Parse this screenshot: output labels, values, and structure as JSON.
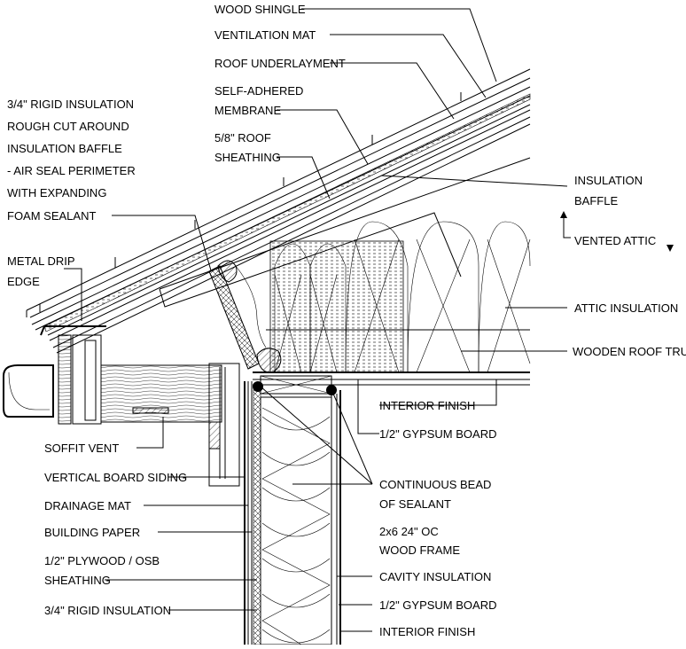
{
  "labels": {
    "wood_shingle": "WOOD SHINGLE",
    "ventilation_mat": "VENTILATION MAT",
    "roof_underlayment": "ROOF UNDERLAYMENT",
    "self_adhered_1": "SELF-ADHERED",
    "self_adhered_2": "MEMBRANE",
    "roof_sheathing_1": "5/8\" ROOF",
    "roof_sheathing_2": "SHEATHING",
    "rigid_top_1": "3/4\" RIGID INSULATION",
    "rigid_top_2": "ROUGH CUT AROUND",
    "rigid_top_3": "INSULATION BAFFLE",
    "rigid_top_4": "- AIR SEAL PERIMETER",
    "rigid_top_5": "WITH EXPANDING",
    "rigid_top_6": "FOAM SEALANT",
    "metal_drip_1": "METAL DRIP",
    "metal_drip_2": "EDGE",
    "insulation_baffle_1": "INSULATION",
    "insulation_baffle_2": "BAFFLE",
    "vented_attic": "VENTED ATTIC",
    "attic_insulation": "ATTIC INSULATION",
    "wooden_roof_truss": "WOODEN ROOF TRUSS",
    "interior_finish_top": "INTERIOR FINISH",
    "gypsum_top": "1/2\" GYPSUM BOARD",
    "soffit_vent": "SOFFIT VENT",
    "vertical_board_siding": "VERTICAL BOARD SIDING",
    "drainage_mat": "DRAINAGE MAT",
    "building_paper": "BUILDING PAPER",
    "plywood_1": "1/2\" PLYWOOD / OSB",
    "plywood_2": "SHEATHING",
    "rigid_bottom": "3/4\" RIGID INSULATION",
    "sealant_1": "CONTINUOUS BEAD",
    "sealant_2": "OF SEALANT",
    "frame_1": "2x6 24\" OC",
    "frame_2": "WOOD FRAME",
    "cavity_insulation": "CAVITY INSULATION",
    "gypsum_bottom": "1/2\" GYPSUM BOARD",
    "interior_finish_bottom": "INTERIOR FINISH"
  }
}
